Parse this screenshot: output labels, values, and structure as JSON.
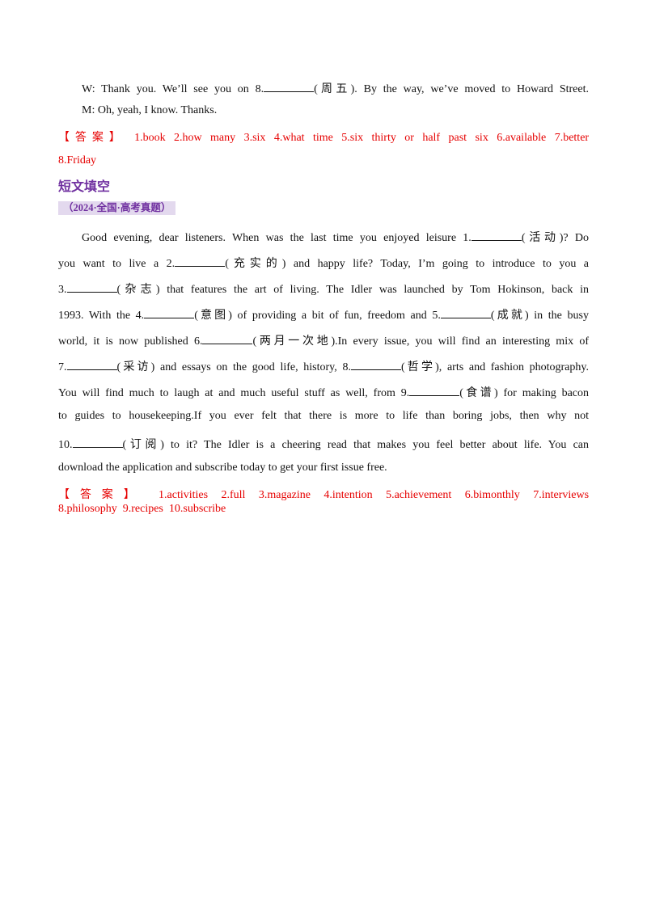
{
  "dialogue": {
    "line1_pre": "W: Thank you. We’ll see you on 8.",
    "line1_hint": "(周五). By the way, we’ve moved to Howard Street.",
    "line2": "M: Oh, yeah, I know. Thanks."
  },
  "answer1": {
    "label": "【答案】",
    "items": [
      "1.book",
      "2.how many",
      "3.six",
      "4.what time",
      "5.six thirty or half past six",
      "6.available",
      "7.better"
    ],
    "last": "8.Friday"
  },
  "section": {
    "title": "短文填空",
    "source": "（2024·全国·高考真题）"
  },
  "passage": {
    "l1a": "Good evening, dear listeners. When was the last time you enjoyed leisure 1.",
    "l1b": "(活动)? Do",
    "l2a": "you want to live a 2.",
    "l2b": "(充实的) and happy life? Today, I’m going to introduce to you a",
    "l3a": "3.",
    "l3b": "(杂志) that features the art of living. The Idler was launched by Tom Hokinson, back in",
    "l4a": "1993. With the 4.",
    "l4b": "(意图) of providing a bit of fun, freedom and 5.",
    "l4c": "(成就) in the busy",
    "l5a": "world, it is now published 6.",
    "l5b": "(两月一次地).In every issue, you will find an interesting mix of",
    "l6a": "7.",
    "l6b": "(采访) and essays on the good life, history, 8.",
    "l6c": "(哲学), arts and fashion photography.",
    "l7a": "You will find much to laugh at and much useful stuff as well, from 9.",
    "l7b": "(食谱) for making bacon",
    "l8": "to guides to housekeeping.If you ever felt that there is more to life than boring jobs, then why not",
    "l9a": "10.",
    "l9b": "(订阅) to it? The Idler is a cheering read that makes you feel better about life. You can",
    "l10": "download the application and subscribe today to get your first issue free."
  },
  "answer2": {
    "label": "【答案】",
    "items": [
      "1.activities",
      "2.full",
      "3.magazine",
      "4.intention",
      "5.achievement",
      "6.bimonthly",
      "7.interviews"
    ],
    "line2": "8.philosophy  9.recipes  10.subscribe"
  },
  "colors": {
    "answer_red": "#e60000",
    "section_purple": "#7030a0",
    "tag_bg": "#e3d9ee"
  }
}
